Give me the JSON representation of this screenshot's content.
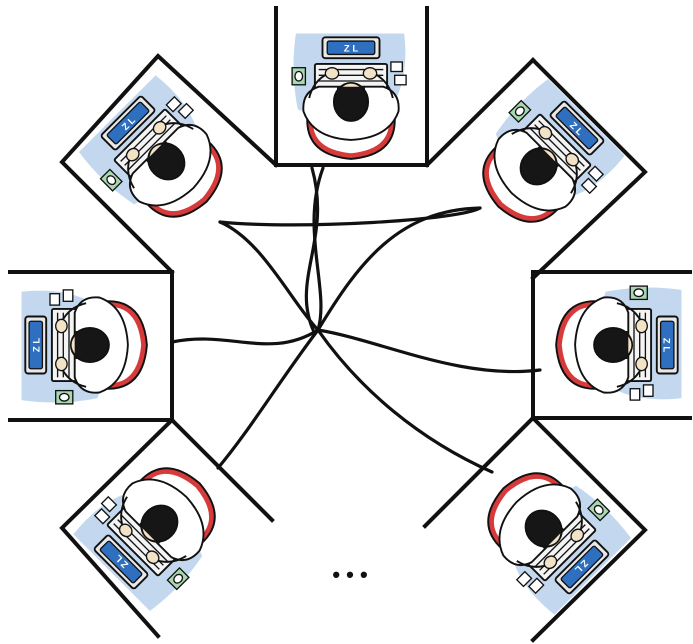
{
  "caption": "",
  "workstations": [
    {
      "id": "top",
      "monitor_label": "Z L"
    },
    {
      "id": "top-right",
      "monitor_label": "Z L"
    },
    {
      "id": "right",
      "monitor_label": "Z L"
    },
    {
      "id": "bottom-right",
      "monitor_label": "Z L"
    },
    {
      "id": "bottom-left",
      "monitor_label": "Z L"
    },
    {
      "id": "left",
      "monitor_label": "Z L"
    },
    {
      "id": "top-left",
      "monitor_label": "Z L"
    }
  ],
  "continuation_marker": "• • •",
  "colors": {
    "line": "#111111",
    "chair": "#d63a3a",
    "shirt": "#ffffff",
    "hair": "#161616",
    "skin": "#f2e2c6",
    "desk_shadow": "#bcd4ec",
    "monitor_body": "#e8e8e8",
    "monitor_screen": "#2f6fbf",
    "keyboard": "#f4f4f4",
    "mouse_pad": "#a8d8b0",
    "pants": "#6b6b6b"
  }
}
